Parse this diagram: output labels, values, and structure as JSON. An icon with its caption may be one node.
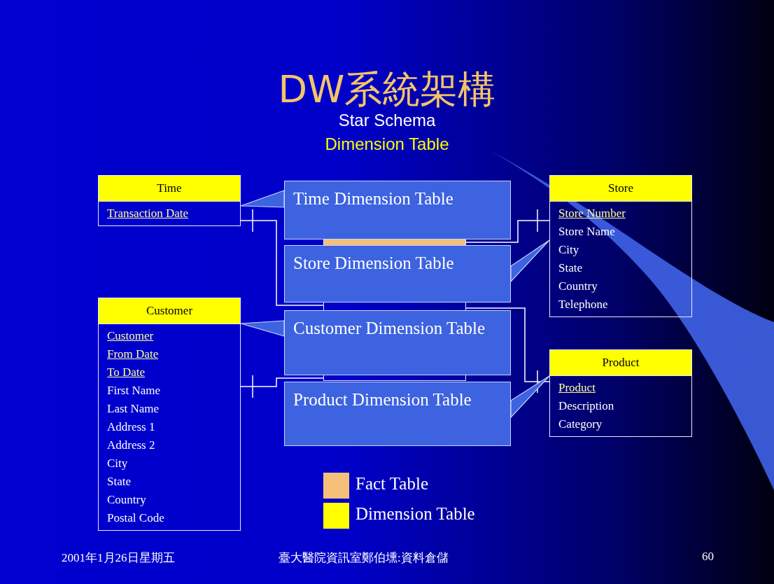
{
  "diagram": {
    "title": "DW系統架構",
    "nodes": [
      {
        "text": [
          "Time",
          "Transaction Date"
        ]
      },
      {
        "text": [
          "Store",
          "Store Number",
          "Store Name",
          "City",
          "State",
          "Country",
          "Telephone"
        ]
      },
      {
        "text": [
          "Customer",
          "Customer",
          "From Date",
          "To Date",
          "First Name",
          "Last Name",
          "Address 1",
          "Address 2",
          "City",
          "State",
          "Country",
          "Postal Code"
        ]
      },
      {
        "text": [
          "Product",
          "Product",
          "Description",
          "Category"
        ]
      },
      {
        "text": [],
        "shape": "box"
      },
      {
        "text": [
          "Time Dimension Table"
        ]
      },
      {
        "text": [
          "Store Dimension Table"
        ]
      },
      {
        "text": [
          "Customer Dimension Table"
        ]
      },
      {
        "text": [
          "Product Dimension Table"
        ]
      }
    ],
    "edges": [
      {
        "from": 0,
        "to": 4,
        "arrow": "other"
      },
      {
        "from": 1,
        "to": 4,
        "arrow": "other"
      },
      {
        "from": 2,
        "to": 4,
        "arrow": "other"
      },
      {
        "from": 3,
        "to": 4,
        "arrow": "other"
      },
      {
        "from": 5,
        "to": 0,
        "arrow": "none"
      },
      {
        "from": 6,
        "to": 1,
        "arrow": "none"
      },
      {
        "from": 7,
        "to": 2,
        "arrow": "none"
      },
      {
        "from": 8,
        "to": 3,
        "arrow": "none"
      }
    ],
    "labels": [
      "Star Schema",
      "Dimension Table",
      "2001年1月26日星期五",
      "臺大醫院資訊室鄭伯壎:資料倉儲",
      "60"
    ],
    "legend": [
      {
        "text": "Fact Table",
        "color": "#f4c07a"
      },
      {
        "text": "Dimension Table",
        "color": "#ffff00"
      }
    ]
  }
}
